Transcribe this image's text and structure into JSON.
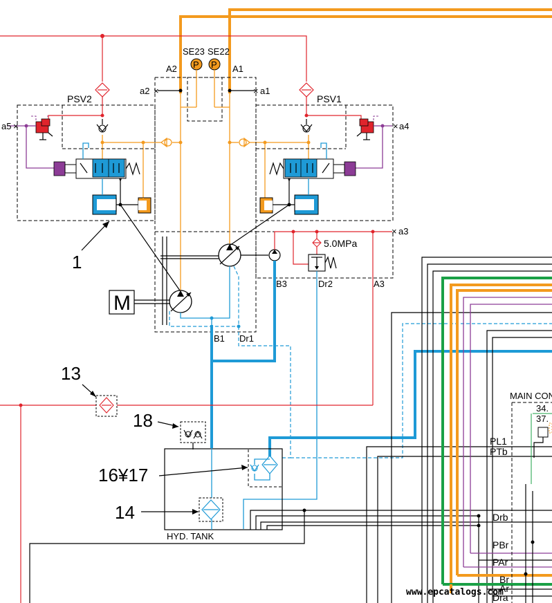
{
  "labels": {
    "se23": "SE23",
    "se22": "SE22",
    "a2_top": "A2",
    "a1_top": "A1",
    "a2": "a2",
    "a1": "a1",
    "psv2": "PSV2",
    "psv1": "PSV1",
    "a5": "a5",
    "a4": "a4",
    "a3": "a3",
    "p_left": "P",
    "p_right": "P",
    "pressure": "5.0MPa",
    "b3": "B3",
    "dr2": "Dr2",
    "a3_port": "A3",
    "motor": "M",
    "b1": "B1",
    "dr1": "Dr1",
    "num_1": "1",
    "num_13": "13",
    "num_18": "18",
    "num_16_17": "16¥17",
    "num_14": "14",
    "hyd_tank": "HYD. TANK",
    "main_con": "MAIN CON",
    "v34": "34.",
    "v37": "37.",
    "pl1": "PL1",
    "ptb": "PTb",
    "drb": "Drb",
    "pbr": "PBr",
    "par": "PAr",
    "br": "Br",
    "ar": "Ar",
    "dra": "Dra",
    "watermark": "www.epcatalogs.com"
  },
  "colors": {
    "pilot": "#e0242c",
    "pump_delivery": "#f39a1e",
    "return": "#1e9ad6",
    "main_green": "#1aa046",
    "solenoid": "#8c3c96",
    "spool": "#1e9ad6"
  },
  "icons": [
    "pressure-sensor-icon",
    "filter-icon",
    "check-valve-icon",
    "relief-valve-icon",
    "pump-icon",
    "motor-icon",
    "spool-valve-icon",
    "solenoid-icon"
  ]
}
